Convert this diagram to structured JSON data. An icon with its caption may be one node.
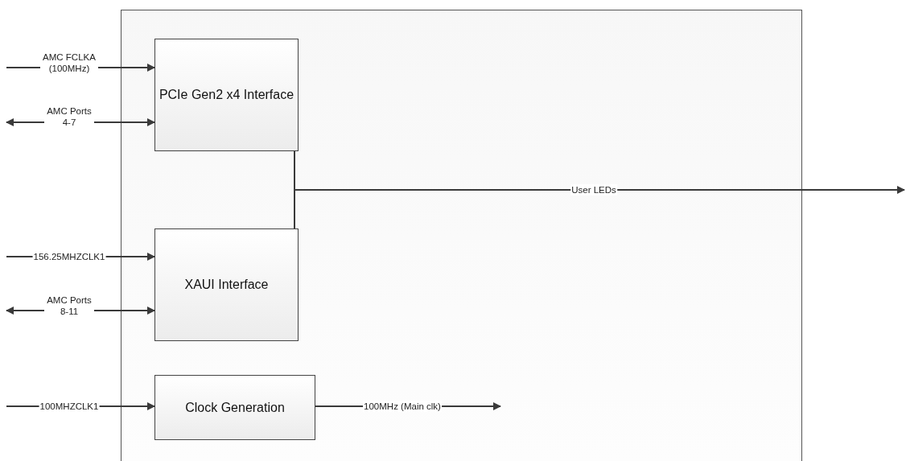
{
  "diagram": {
    "nodes": [
      {
        "text": [],
        "shape": "box"
      },
      {
        "text": [
          "PCIe Gen2 x4 Interface"
        ],
        "in": 0
      },
      {
        "text": [
          "XAUI Interface"
        ],
        "in": 0
      },
      {
        "text": [
          "Clock Generation"
        ],
        "in": 0
      }
    ],
    "edges": [
      {
        "from": null,
        "to": 1,
        "arrow": "to",
        "label": "AMC FCLKA (100MHz)"
      },
      {
        "from": null,
        "to": 1,
        "arrow": "both",
        "label": "AMC Ports 4-7"
      },
      {
        "from": null,
        "to": 2,
        "arrow": "to",
        "label": "156.25MHZCLK1"
      },
      {
        "from": null,
        "to": 2,
        "arrow": "both",
        "label": "AMC Ports 8-11"
      },
      {
        "from": null,
        "to": 3,
        "arrow": "to",
        "label": "100MHZCLK1"
      },
      {
        "from": 3,
        "to": null,
        "arrow": "to",
        "label": "100MHz (Main clk)"
      },
      {
        "from": 1,
        "to": 2,
        "arrow": "none"
      },
      {
        "from": 1,
        "to": null,
        "arrow": "to",
        "label": "User LEDs"
      }
    ]
  }
}
